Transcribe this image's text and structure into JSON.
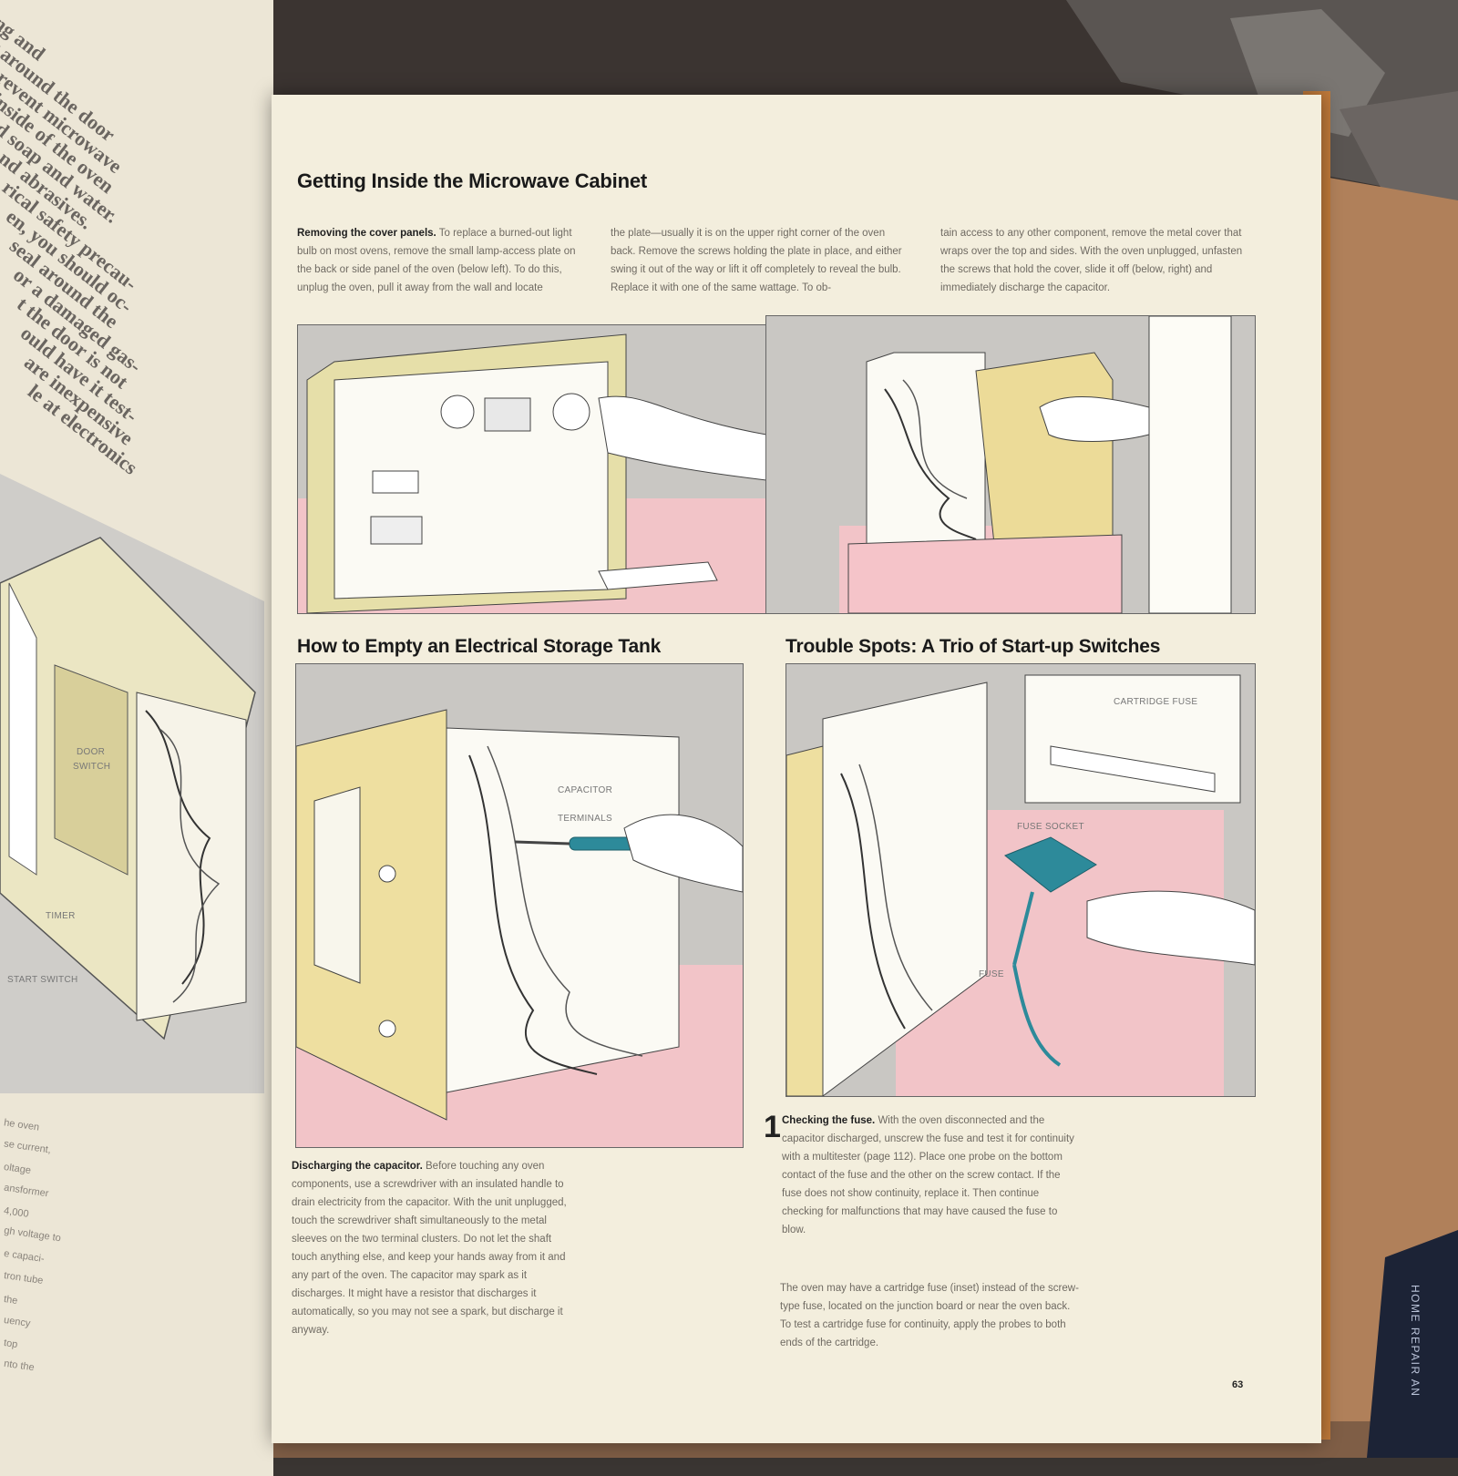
{
  "page": {
    "number": "63",
    "main_title": "Getting Inside the Microwave Cabinet",
    "cover": {
      "heading": "Removing the cover panels.",
      "col1_rest": "To replace a burned-out light bulb on most ovens, remove the small lamp-access plate on the back or side panel of the oven (below left). To do this, unplug the oven, pull it away from the wall and locate",
      "col2": "the plate—usually it is on the upper right corner of the oven back. Remove the screws holding the plate in place, and either swing it out of the way or lift it off completely to reveal the bulb. Replace it with one of the same wattage. To ob-",
      "col3": "tain access to any other component, remove the metal cover that wraps over the top and sides. With the oven unplugged, unfasten the screws that hold the cover, slide it off (below, right) and immediately discharge the capacitor."
    },
    "tank": {
      "title": "How to Empty an Electrical Storage Tank",
      "label_capacitor": "CAPACITOR",
      "label_terminals": "TERMINALS",
      "heading": "Discharging the capacitor.",
      "body": "Before touching any oven components, use a screwdriver with an insulated handle to drain electricity from the capacitor. With the unit unplugged, touch the screwdriver shaft simultaneously to the metal sleeves on the two terminal clusters. Do not let the shaft touch anything else, and keep your hands away from it and any part of the oven. The capacitor may spark as it discharges. It might have a resistor that discharges it automatically, so you may not see a spark, but discharge it anyway."
    },
    "switches": {
      "title": "Trouble Spots: A Trio of Start-up Switches",
      "label_cartridge": "CARTRIDGE FUSE",
      "label_socket": "FUSE SOCKET",
      "label_fuse": "FUSE",
      "step": "1",
      "heading": "Checking the fuse.",
      "body1": "With the oven disconnected and the capacitor discharged, unscrew the fuse and test it for continuity with a multitester (page 112). Place one probe on the bottom contact of the fuse and the other on the screw contact. If the fuse does not show continuity, replace it. Then continue checking for malfunctions that may have caused the fuse to blow.",
      "body2": "The oven may have a cartridge fuse (inset) instead of the screw-type fuse, located on the junction board or near the oven back. To test a cartridge fuse for continuity, apply the probes to both ends of the cartridge."
    }
  },
  "left_page": {
    "big_lines": [
      "ning and",
      "ly around the door",
      "prevent microwave",
      "inside of the oven",
      "d soap and water.",
      "nd abrasives.",
      "rical safety precau-",
      "en, you should oc-",
      "seal around the",
      "or a damaged gas-",
      "t the door is not",
      "ould have it test-",
      "are inexpensive",
      "le at electronics"
    ],
    "label_door": "DOOR",
    "label_switch": "SWITCH",
    "label_timer": "TIMER",
    "label_start": "START SWITCH",
    "bottom_lines": [
      "he oven",
      "se current,",
      "oltage",
      "ansformer",
      "4,000",
      "gh voltage to",
      "e capaci-",
      "tron tube",
      "the",
      "uency",
      "top",
      "nto the"
    ]
  },
  "spine": {
    "text": "HOME REPAIR AN"
  }
}
